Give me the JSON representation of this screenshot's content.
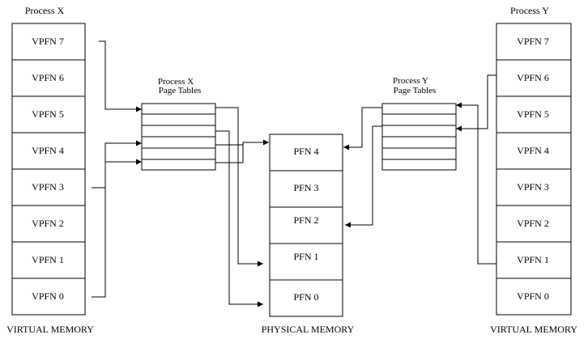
{
  "process_x": {
    "title": "Process X",
    "pages": [
      "VPFN 7",
      "VPFN 6",
      "VPFN 5",
      "VPFN 4",
      "VPFN 3",
      "VPFN 2",
      "VPFN 1",
      "VPFN 0"
    ],
    "footer": "VIRTUAL MEMORY"
  },
  "process_y": {
    "title": "Process Y",
    "pages": [
      "VPFN 7",
      "VPFN 6",
      "VPFN 5",
      "VPFN 4",
      "VPFN 3",
      "VPFN 2",
      "VPFN 1",
      "VPFN 0"
    ],
    "footer": "VIRTUAL MEMORY"
  },
  "physical": {
    "frames": [
      "PFN 4",
      "PFN 3",
      "PFN 2",
      "PFN 1",
      "PFN 0"
    ],
    "footer": "PHYSICAL MEMORY"
  },
  "page_tables_x": {
    "title_line1": "Process X",
    "title_line2": "Page Tables"
  },
  "page_tables_y": {
    "title_line1": "Process Y",
    "title_line2": "Page Tables"
  },
  "colors": {
    "line": "#000000",
    "background": "#ffffff"
  }
}
